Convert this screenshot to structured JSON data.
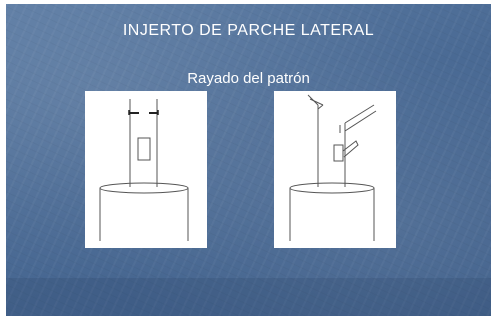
{
  "slide": {
    "title": "INJERTO DE PARCHE LATERAL",
    "subtitle": "Rayado del patrón",
    "background_color": "#4d6d97",
    "text_color": "#ffffff"
  },
  "figures": [
    {
      "name": "rootstock-with-cut-marks",
      "icon": "rootstock-cut-drawing"
    },
    {
      "name": "rootstock-with-branch-patch",
      "icon": "rootstock-patch-drawing"
    }
  ]
}
